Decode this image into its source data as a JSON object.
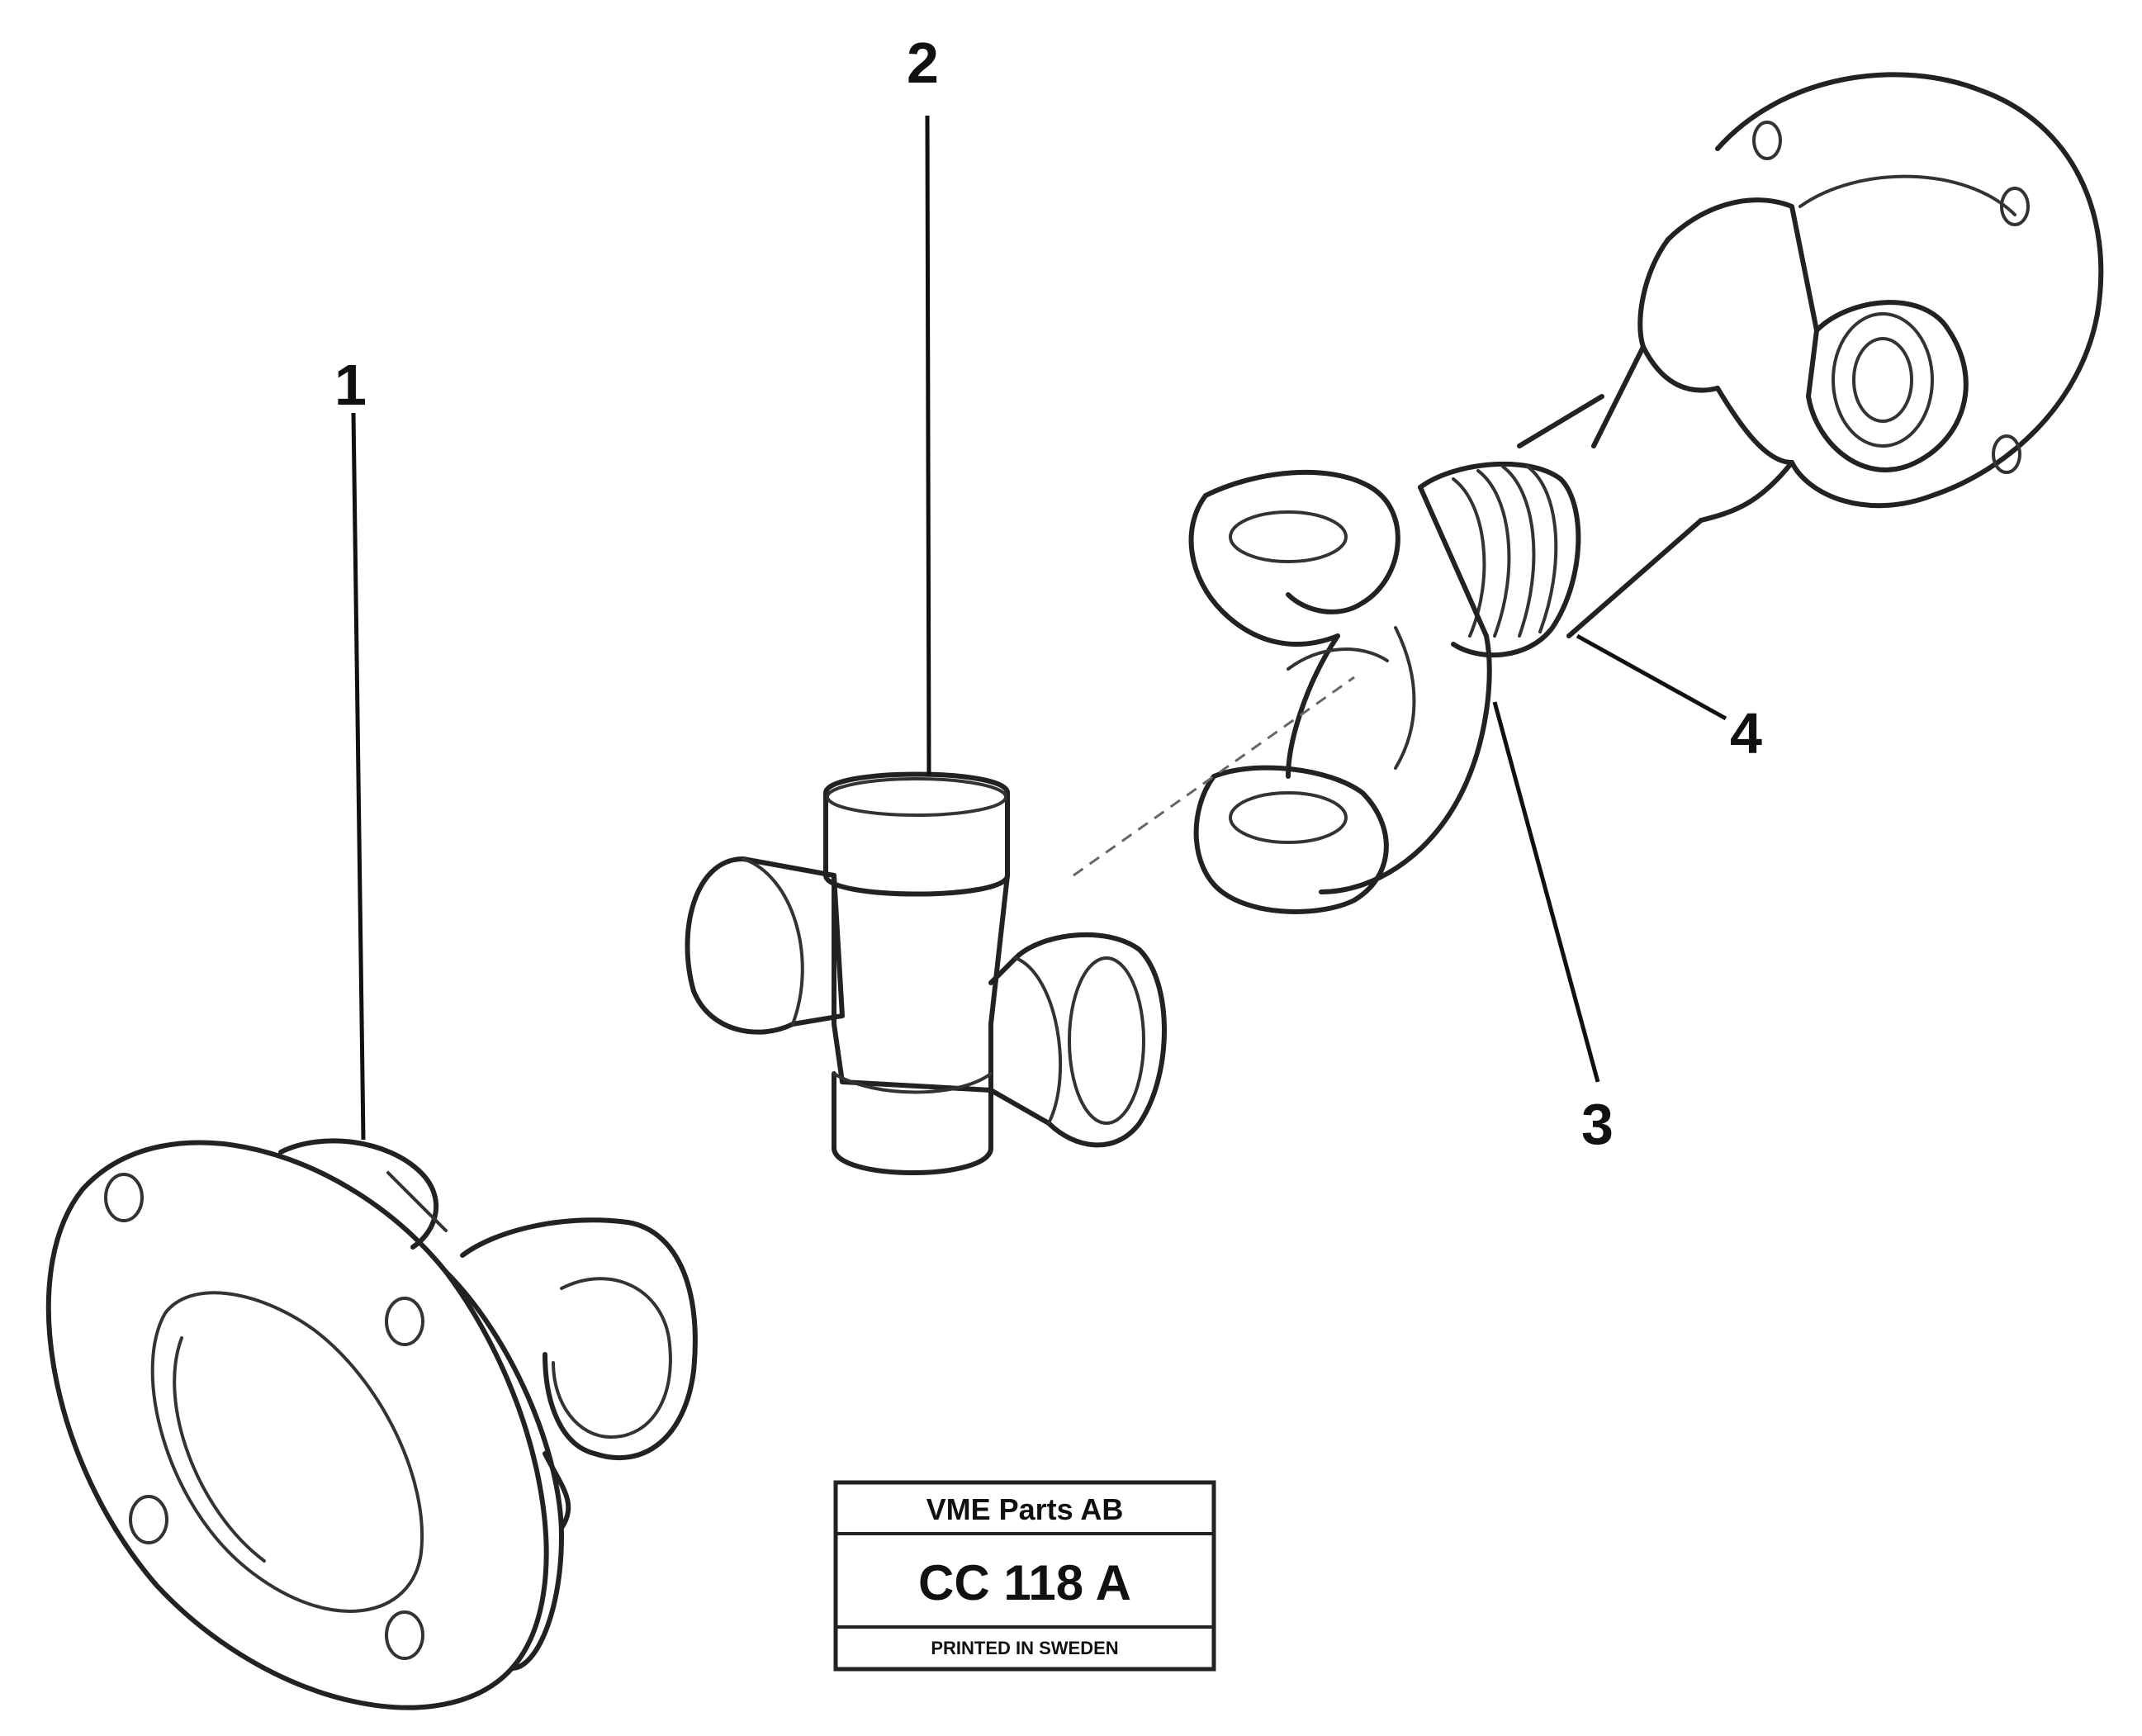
{
  "callouts": {
    "c1": "1",
    "c2": "2",
    "c3": "3",
    "c4": "4"
  },
  "stamp": {
    "company": "VME Parts AB",
    "code": "CC 118 A",
    "printed": "PRINTED IN SWEDEN"
  },
  "colors": {
    "ink": "#222222",
    "background": "#ffffff"
  }
}
